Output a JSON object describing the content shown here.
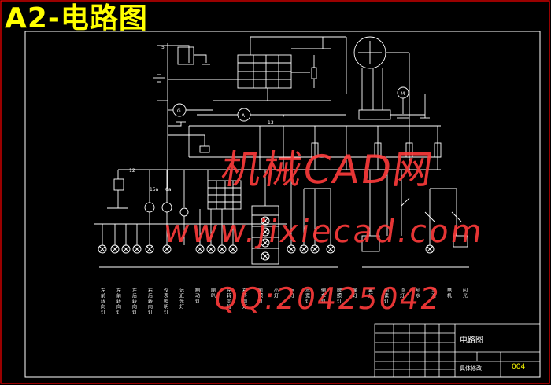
{
  "drawing": {
    "title": "A2-电路图",
    "sheet_title": "电路图",
    "sheet_number": "004",
    "tb_small_1": "具体修改",
    "colors": {
      "background": "#000000",
      "lines": "#ffffff",
      "title": "#ffff00",
      "watermark": "#ff3b3b",
      "frame": "#ff0000"
    }
  },
  "watermark": {
    "line1": "机械CAD网",
    "line2": "www.jixiecad.com",
    "line3": "QQ:20425042"
  },
  "diagram": {
    "labels": {
      "l_15a": "15a",
      "l_6a": "6a",
      "l_5": "5",
      "l_7": "7",
      "l_12": "12",
      "l_13": "13",
      "l_ax": "A",
      "l_m": "M",
      "l_g": "G"
    },
    "legend_bottom": [
      "左前转向灯",
      "左前转向灯",
      "左后转向灯",
      "右后转向灯",
      "仪表照明灯",
      "远近光灯",
      "制动灯",
      "喇叭",
      "左转向灯",
      "右转向灯",
      "前照灯",
      "小灯",
      "后灯",
      "示宽灯",
      "倒车灯",
      "牌照灯",
      "尾灯",
      "雾灯",
      "阅读灯",
      "顶灯",
      "刮水",
      "洗涤",
      "电机",
      "闪光"
    ]
  }
}
